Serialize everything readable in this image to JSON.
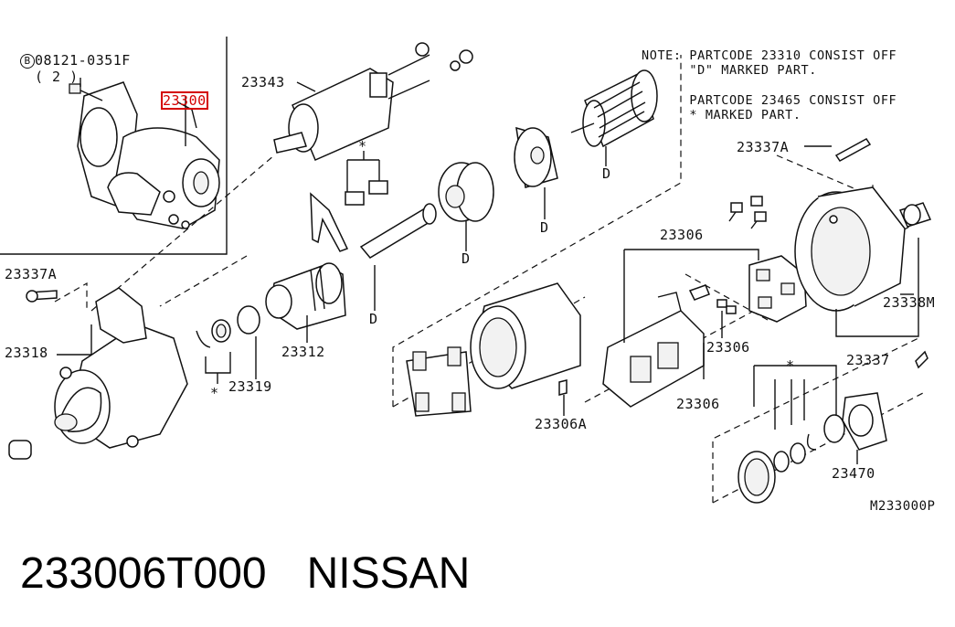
{
  "caption": {
    "part_number": "233006T000",
    "brand": "NISSAN"
  },
  "diagram_code": "M233000P",
  "notes": [
    "NOTE: PARTCODE 23310 CONSIST OFF",
    "      \"D\" MARKED PART.",
    "      PARTCODE 23465 CONSIST OFF",
    "      * MARKED PART."
  ],
  "inset": {
    "bolt_circle": "B",
    "bolt_code": "08121-0351F",
    "bolt_qty": "( 2 )",
    "assembly_label": "23300"
  },
  "labels": {
    "p23343": "23343",
    "p23337A_top": "23337A",
    "p23337A_left": "23337A",
    "p23318": "23318",
    "p23319": "23319",
    "p23312": "23312",
    "p23306_top": "23306",
    "p23306_mid": "23306",
    "p23306_low": "23306",
    "p23306A": "23306A",
    "p23338M": "23338M",
    "p23337": "23337",
    "p23470": "23470",
    "mark_d1": "D",
    "mark_d2": "D",
    "mark_d3": "D",
    "mark_d4": "D",
    "star1": "*",
    "star2": "*",
    "star3": "*"
  }
}
